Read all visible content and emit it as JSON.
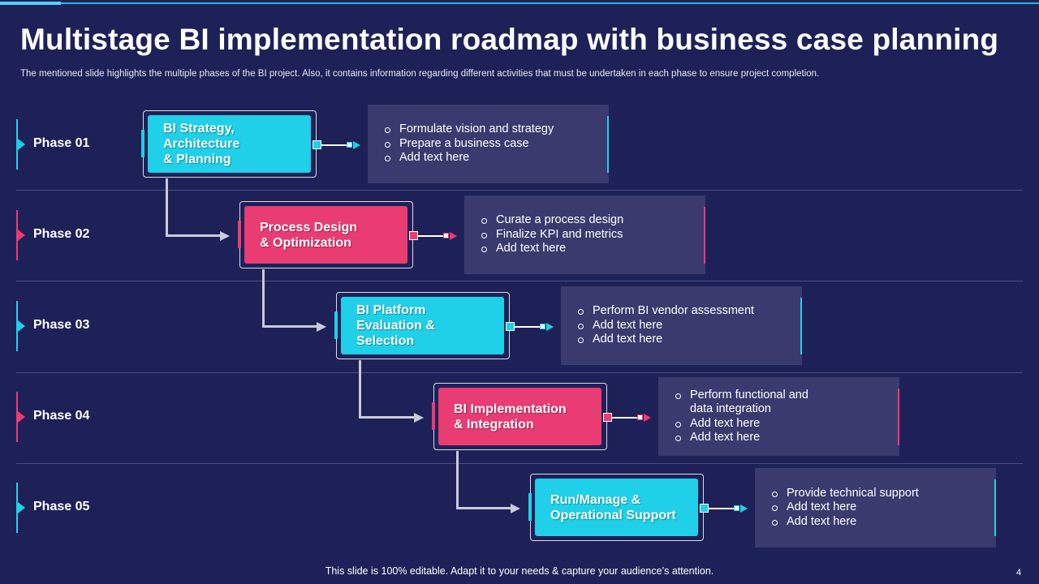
{
  "slide": {
    "title": "Multistage BI implementation roadmap with business case planning",
    "subtitle": "The mentioned slide highlights the multiple phases of the BI project. Also, it contains information regarding different activities that must be undertaken in each phase to ensure project completion.",
    "footer": "This slide is 100% editable. Adapt it to your needs & capture your audience’s attention.",
    "page_number": "4"
  },
  "colors": {
    "background": "#1e2157",
    "cyan": "#1fd0e8",
    "pink": "#e83c72",
    "detail_bg": "#3a3a6e",
    "divider": "#4a4e86"
  },
  "phases": [
    {
      "label": "Phase 01",
      "stage_lines": [
        "BI Strategy,",
        "Architecture",
        "& Planning"
      ],
      "accent": "cyan",
      "items": [
        "Formulate vision and strategy",
        "Prepare a business case",
        "Add text here"
      ]
    },
    {
      "label": "Phase 02",
      "stage_lines": [
        "Process Design",
        "& Optimization"
      ],
      "accent": "pink",
      "items": [
        "Curate a process design",
        "Finalize KPI and metrics",
        "Add text here"
      ]
    },
    {
      "label": "Phase 03",
      "stage_lines": [
        "BI Platform",
        "Evaluation & Selection"
      ],
      "accent": "cyan",
      "items": [
        "Perform BI vendor assessment",
        "Add text here",
        "Add text here"
      ]
    },
    {
      "label": "Phase 04",
      "stage_lines": [
        "BI Implementation",
        "& Integration"
      ],
      "accent": "pink",
      "items": [
        "Perform functional and data integration",
        "Add text here",
        "Add text here"
      ]
    },
    {
      "label": "Phase 05",
      "stage_lines": [
        "Run/Manage &",
        "Operational Support"
      ],
      "accent": "cyan",
      "items": [
        "Provide technical support",
        "Add text here",
        "Add text here"
      ]
    }
  ]
}
